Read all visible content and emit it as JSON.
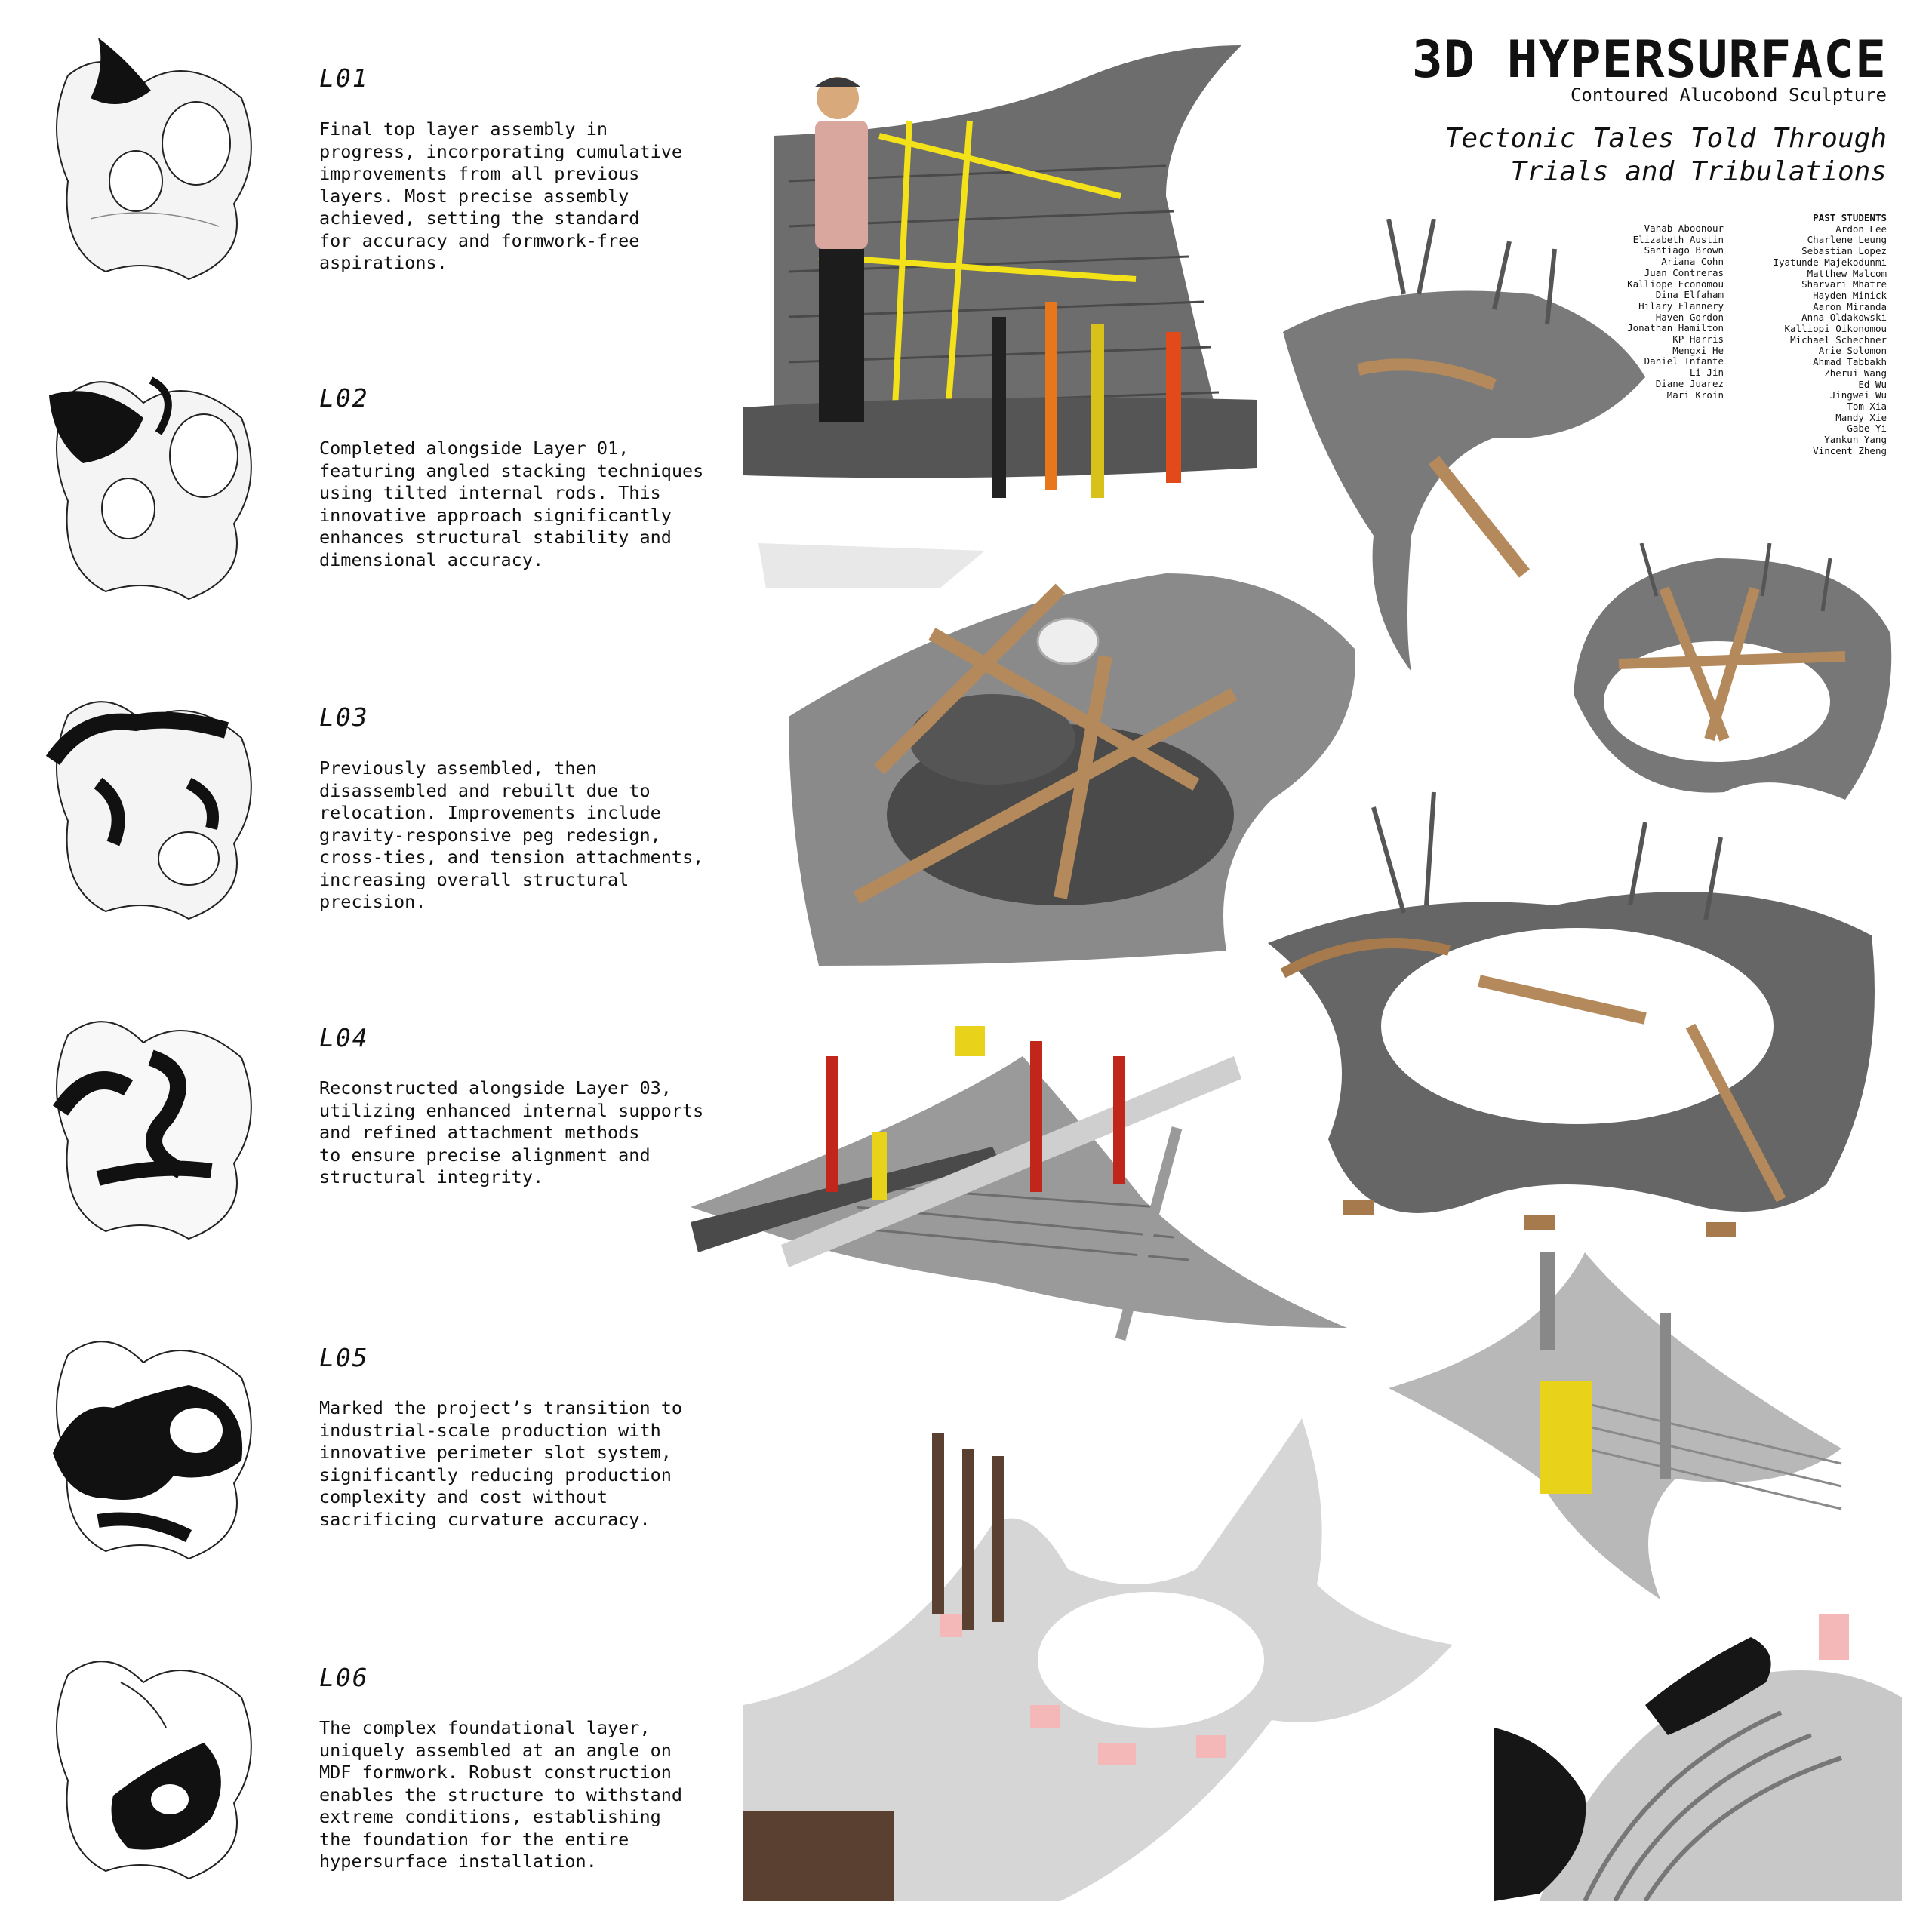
{
  "header": {
    "title": "3D HYPERSURFACE",
    "subtitle": "Contoured Alucobond Sculpture",
    "tagline_line1": "Tectonic Tales Told Through",
    "tagline_line2": "Trials and Tribulations"
  },
  "students": {
    "heading": "PAST STUDENTS",
    "column1": [
      "Vahab Aboonour",
      "Elizabeth Austin",
      "Santiago Brown",
      "Ariana Cohn",
      "Juan Contreras",
      "Kalliope Economou",
      "Dina Elfaham",
      "Hilary Flannery",
      "Haven Gordon",
      "Jonathan Hamilton",
      "KP Harris",
      "Mengxi He",
      "Daniel Infante",
      "Li Jin",
      "Diane Juarez",
      "Mari Kroin"
    ],
    "column2": [
      "Ardon Lee",
      "Charlene Leung",
      "Sebastian Lopez",
      "Iyatunde Majekodunmi",
      "Matthew Malcom",
      "Sharvari Mhatre",
      "Hayden Minick",
      "Aaron Miranda",
      "Anna Oldakowski",
      "Kalliopi Oikonomou",
      "Michael Schechner",
      "Arie Solomon",
      "Ahmad Tabbakh",
      "Zherui Wang",
      "Ed Wu",
      "Jingwei Wu",
      "Tom Xia",
      "Mandy Xie",
      "Gabe Yi",
      "Yankun Yang",
      "Vincent Zheng"
    ]
  },
  "layers": [
    {
      "id": "L01",
      "lines": [
        "Final top layer assembly in",
        "progress, incorporating cumulative",
        "improvements from all previous",
        "layers. Most precise assembly",
        "achieved, setting the standard",
        "for accuracy and formwork-free",
        "aspirations."
      ]
    },
    {
      "id": "L02",
      "lines": [
        "Completed alongside Layer 01,",
        "featuring angled stacking techniques",
        "using tilted internal rods. This",
        "innovative approach significantly",
        "enhances structural stability and",
        "dimensional accuracy."
      ]
    },
    {
      "id": "L03",
      "lines": [
        "Previously assembled, then",
        "disassembled and rebuilt due to",
        "relocation. Improvements include",
        "gravity-responsive peg redesign,",
        "cross-ties, and tension attachments,",
        "increasing overall structural",
        "precision."
      ]
    },
    {
      "id": "L04",
      "lines": [
        "Reconstructed alongside Layer 03,",
        "utilizing enhanced internal supports",
        "and refined attachment methods",
        "to ensure precise alignment and",
        "structural integrity."
      ]
    },
    {
      "id": "L05",
      "lines": [
        "Marked the project’s transition to",
        "industrial-scale production with",
        "innovative perimeter slot system,",
        "significantly reducing production",
        "complexity and cost without",
        "sacrificing curvature accuracy."
      ]
    },
    {
      "id": "L06",
      "lines": [
        "The complex foundational layer,",
        "uniquely assembled at an angle on",
        "MDF formwork. Robust construction",
        "enables the structure to withstand",
        "extreme conditions, establishing",
        "the foundation for the entire",
        "hypersurface installation."
      ]
    }
  ]
}
